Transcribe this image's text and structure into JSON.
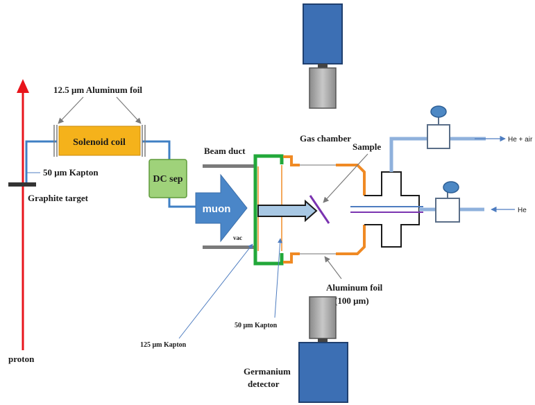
{
  "labels": {
    "aluminum_foil_top": "12.5 μm Aluminum foil",
    "solenoid_coil": "Solenoid coil",
    "kapton_50_left": "50 μm Kapton",
    "graphite_target": "Graphite target",
    "dc_sep": "DC sep",
    "beam_duct": "Beam duct",
    "muon": "muon",
    "vac": "vac",
    "gas_chamber": "Gas chamber",
    "sample": "Sample",
    "he_air": "He + air",
    "he": "He",
    "aluminum_foil": "Aluminum foil",
    "aluminum_foil_thickness": "(100 μm)",
    "kapton_50_center": "50 μm Kapton",
    "kapton_125": "125 μm Kapton",
    "proton": "proton",
    "germanium_detector_line1": "Germanium",
    "germanium_detector_line2": "detector"
  },
  "colors": {
    "proton_beam": "#e8141b",
    "beamline": "#3f7fc4",
    "solenoid_fill": "#f5b21b",
    "dc_sep_fill": "#9fd27a",
    "muon_arrow": "#4a86c8",
    "vacuum_window": "#22a83a",
    "chamber": "#f08a24",
    "detector_body": "#3c6fb4",
    "detector_head": "#a0a0a0",
    "sample": "#7a33b0",
    "gas_line": "#4d7cc0"
  }
}
